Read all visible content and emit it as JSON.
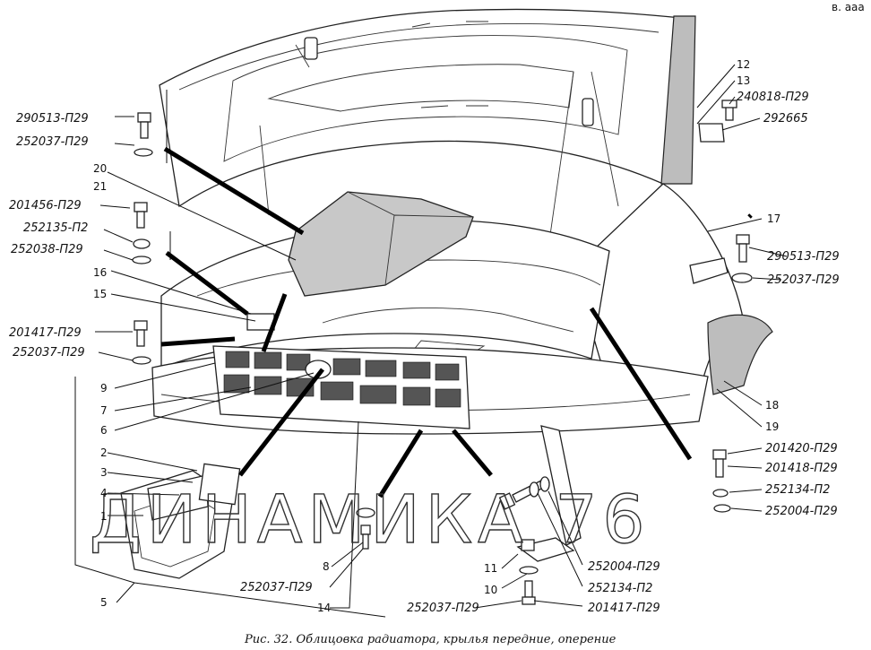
{
  "caption": "Рис. 32. Облицовка радиатора, крылья передние, оперение",
  "watermark": "ДИНАМИКА 76",
  "top_right_mark": "в. ааа",
  "part_codes": {
    "c290513_left": "290513-П29",
    "c252037_left_a": "252037-П29",
    "c201456_left": "201456-П29",
    "c252135_left": "252135-П2",
    "c252038_left": "252038-П29",
    "c201417_left": "201417-П29",
    "c252037_left_b": "252037-П29",
    "c240818_right": "240818-П29",
    "c292665_right": "292665",
    "c290513_right": "290513-П29",
    "c252037_right": "252037-П29",
    "c201420_right": "201420-П29",
    "c201418_right": "201418-П29",
    "c252134_right": "252134-П2",
    "c252004_right": "252004-П29",
    "c252037_bottom": "252037-П29",
    "c252004_bottom": "252004-П29",
    "c252134_bottom": "252134-П2",
    "c252037_bottom_b": "252037-П29",
    "c201417_bottom": "201417-П29"
  },
  "callouts": {
    "n1": "1",
    "n2": "2",
    "n3": "3",
    "n4": "4",
    "n5": "5",
    "n6": "6",
    "n7": "7",
    "n8": "8",
    "n9": "9",
    "n10": "10",
    "n11": "11",
    "n12": "12",
    "n13": "13",
    "n14": "14",
    "n15": "15",
    "n16": "16",
    "n17": "17",
    "n18": "18",
    "n19": "19",
    "n20": "20",
    "n21": "21"
  }
}
